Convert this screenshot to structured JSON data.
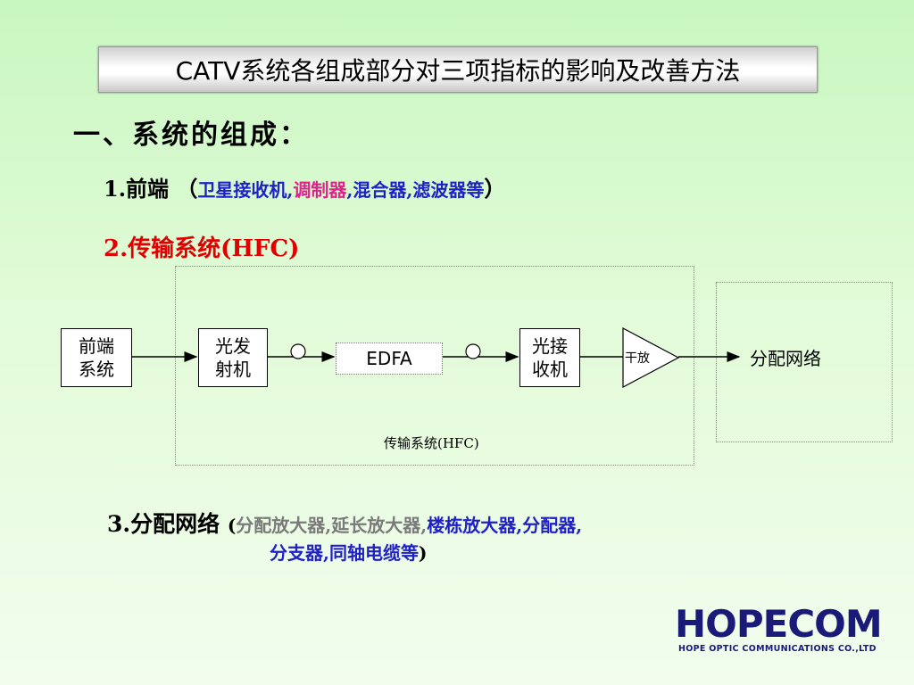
{
  "title": "CATV系统各组成部分对三项指标的影响及改善方法",
  "heading": "一、系统的组成：",
  "item1": {
    "label": "1.前端",
    "open": "（",
    "part1": "卫星接收机,",
    "part2": "调制器",
    "part3": ",混合器,滤波器等",
    "close": "）"
  },
  "item2": {
    "label": "2.传输系统(HFC)"
  },
  "item3": {
    "label": "3.分配网络",
    "open": "(",
    "part1": "分配放大器,延长放大器,",
    "part2": "楼栋放大器,分配器,",
    "part3": "分支器,同轴电缆等",
    "close": ")"
  },
  "diagram": {
    "frontend": [
      "前端",
      "系统"
    ],
    "transmitter": [
      "光发",
      "射机"
    ],
    "edfa": "EDFA",
    "receiver": [
      "光接",
      "收机"
    ],
    "amplifier": "干放",
    "distribution": "分配网络",
    "caption": "传输系统(HFC)"
  },
  "logo": {
    "name": "HOPECOM",
    "subtitle": "HOPE OPTIC COMMUNICATIONS CO.,LTD"
  },
  "colors": {
    "blue": "#2020c8",
    "magenta": "#e0208c",
    "red": "#e00000",
    "gray": "#7a7a7a",
    "logo": "#1a1a78"
  }
}
